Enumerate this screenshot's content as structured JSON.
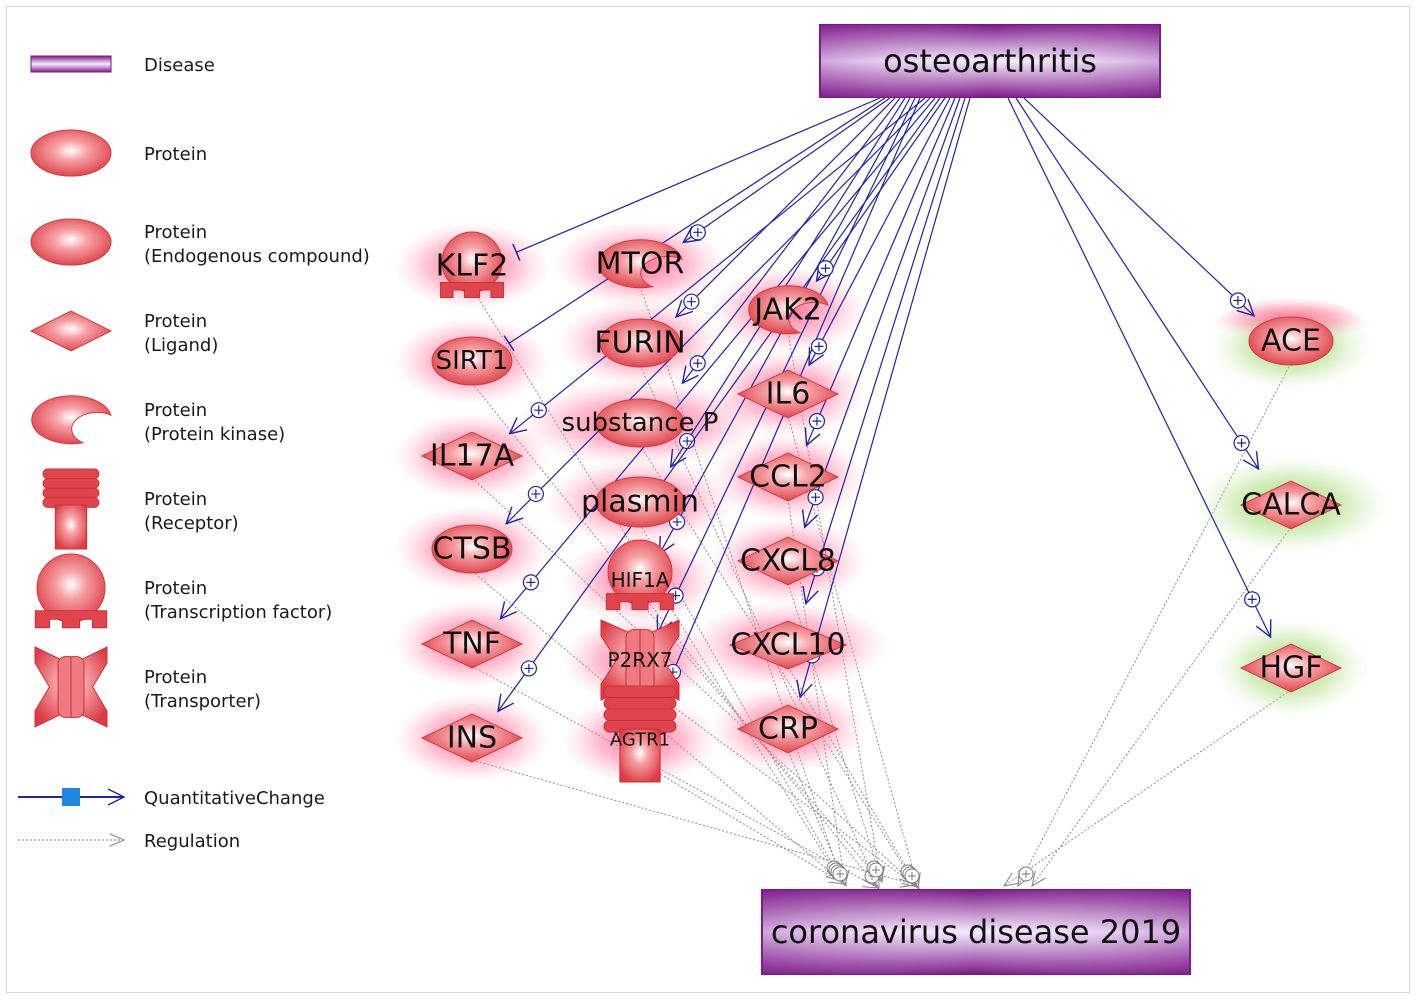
{
  "legend": [
    {
      "key": "disease",
      "label": "Disease"
    },
    {
      "key": "protein",
      "label": "Protein"
    },
    {
      "key": "endogenous",
      "label": "Protein",
      "sub": "(Endogenous compound)"
    },
    {
      "key": "ligand",
      "label": "Protein",
      "sub": "(Ligand)"
    },
    {
      "key": "kinase",
      "label": "Protein",
      "sub": "(Protein kinase)"
    },
    {
      "key": "receptor",
      "label": "Protein",
      "sub": "(Receptor)"
    },
    {
      "key": "tf",
      "label": "Protein",
      "sub": "(Transcription factor)"
    },
    {
      "key": "transporter",
      "label": "Protein",
      "sub": "(Transporter)"
    },
    {
      "key": "quant",
      "label": "QuantitativeChange"
    },
    {
      "key": "reg",
      "label": "Regulation"
    }
  ],
  "diseases": {
    "source": "osteoarthritis",
    "target": "coronavirus disease 2019"
  },
  "nodes": [
    {
      "id": "KLF2",
      "label": "KLF2",
      "shape": "tf",
      "glow": "pink"
    },
    {
      "id": "SIRT1",
      "label": "SIRT1",
      "shape": "ellipse",
      "glow": "pink"
    },
    {
      "id": "IL17A",
      "label": "IL17A",
      "shape": "diamond",
      "glow": "pink"
    },
    {
      "id": "CTSB",
      "label": "CTSB",
      "shape": "ellipse",
      "glow": "pink"
    },
    {
      "id": "TNF",
      "label": "TNF",
      "shape": "diamond",
      "glow": "pink"
    },
    {
      "id": "INS",
      "label": "INS",
      "shape": "diamond",
      "glow": "pink"
    },
    {
      "id": "MTOR",
      "label": "MTOR",
      "shape": "kinase",
      "glow": "pink"
    },
    {
      "id": "FURIN",
      "label": "FURIN",
      "shape": "ellipse",
      "glow": "pink"
    },
    {
      "id": "substanceP",
      "label": "substance P",
      "shape": "ellipse",
      "glow": "pink"
    },
    {
      "id": "plasmin",
      "label": "plasmin",
      "shape": "ellipse",
      "glow": "pink"
    },
    {
      "id": "HIF1A",
      "label": "HIF1A",
      "shape": "tf",
      "glow": "pink"
    },
    {
      "id": "P2RX7",
      "label": "P2RX7",
      "shape": "transporter",
      "glow": "pink"
    },
    {
      "id": "AGTR1",
      "label": "AGTR1",
      "shape": "receptor",
      "glow": "pink"
    },
    {
      "id": "JAK2",
      "label": "JAK2",
      "shape": "kinase",
      "glow": "pink"
    },
    {
      "id": "IL6",
      "label": "IL6",
      "shape": "diamond",
      "glow": "pink"
    },
    {
      "id": "CCL2",
      "label": "CCL2",
      "shape": "diamond",
      "glow": "pink"
    },
    {
      "id": "CXCL8",
      "label": "CXCL8",
      "shape": "diamond",
      "glow": "pink"
    },
    {
      "id": "CXCL10",
      "label": "CXCL10",
      "shape": "diamond",
      "glow": "pink"
    },
    {
      "id": "CRP",
      "label": "CRP",
      "shape": "diamond",
      "glow": "pink"
    },
    {
      "id": "ACE",
      "label": "ACE",
      "shape": "ellipse",
      "glow": "split"
    },
    {
      "id": "CALCA",
      "label": "CALCA",
      "shape": "diamond",
      "glow": "green"
    },
    {
      "id": "HGF",
      "label": "HGF",
      "shape": "diamond",
      "glow": "green"
    }
  ],
  "edges_from_source": [
    {
      "to": "KLF2",
      "kind": "inhibit"
    },
    {
      "to": "SIRT1",
      "kind": "inhibit"
    },
    {
      "to": "MTOR",
      "kind": "plus"
    },
    {
      "to": "FURIN",
      "kind": "plus"
    },
    {
      "to": "substanceP",
      "kind": "plus"
    },
    {
      "to": "plasmin",
      "kind": "plus"
    },
    {
      "to": "HIF1A",
      "kind": "plus"
    },
    {
      "to": "P2RX7",
      "kind": "plus"
    },
    {
      "to": "AGTR1",
      "kind": "plus"
    },
    {
      "to": "IL17A",
      "kind": "plus"
    },
    {
      "to": "CTSB",
      "kind": "plus"
    },
    {
      "to": "TNF",
      "kind": "plus"
    },
    {
      "to": "INS",
      "kind": "plus"
    },
    {
      "to": "JAK2",
      "kind": "plus"
    },
    {
      "to": "IL6",
      "kind": "plus"
    },
    {
      "to": "CCL2",
      "kind": "plus"
    },
    {
      "to": "CXCL8",
      "kind": "plus"
    },
    {
      "to": "CXCL10",
      "kind": "plus"
    },
    {
      "to": "CRP",
      "kind": "plus"
    },
    {
      "to": "ACE",
      "kind": "plus"
    },
    {
      "to": "CALCA",
      "kind": "plus"
    },
    {
      "to": "HGF",
      "kind": "plus"
    }
  ],
  "colors": {
    "arrow": "#1f24a8",
    "regulation": "#8a8a8a",
    "node_fill": "#e8474f",
    "disease_fill": "#7a1a8a",
    "pink_glow": "#ff4d7d",
    "green_glow": "#8fd14f",
    "legend_square": "#1e88e5"
  }
}
